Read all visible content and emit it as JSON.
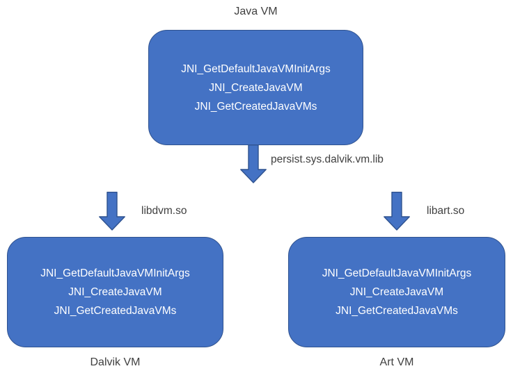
{
  "diagram": {
    "nodes": {
      "java_vm": {
        "label": "Java VM",
        "lines": [
          "JNI_GetDefaultJavaVMInitArgs",
          "JNI_CreateJavaVM",
          "JNI_GetCreatedJavaVMs"
        ]
      },
      "dalvik_vm": {
        "label": "Dalvik VM",
        "lines": [
          "JNI_GetDefaultJavaVMInitArgs",
          "JNI_CreateJavaVM",
          "JNI_GetCreatedJavaVMs"
        ]
      },
      "art_vm": {
        "label": "Art VM",
        "lines": [
          "JNI_GetDefaultJavaVMInitArgs",
          "JNI_CreateJavaVM",
          "JNI_GetCreatedJavaVMs"
        ]
      }
    },
    "edges": {
      "persist": {
        "label": "persist.sys.dalvik.vm.lib"
      },
      "libdvm": {
        "label": "libdvm.so"
      },
      "libart": {
        "label": "libart.so"
      }
    }
  },
  "colors": {
    "shape_fill": "#4472C4",
    "shape_border": "#2F528F",
    "box_text": "#FFFFFF",
    "label_text": "#404040",
    "background": "#FFFFFF"
  }
}
